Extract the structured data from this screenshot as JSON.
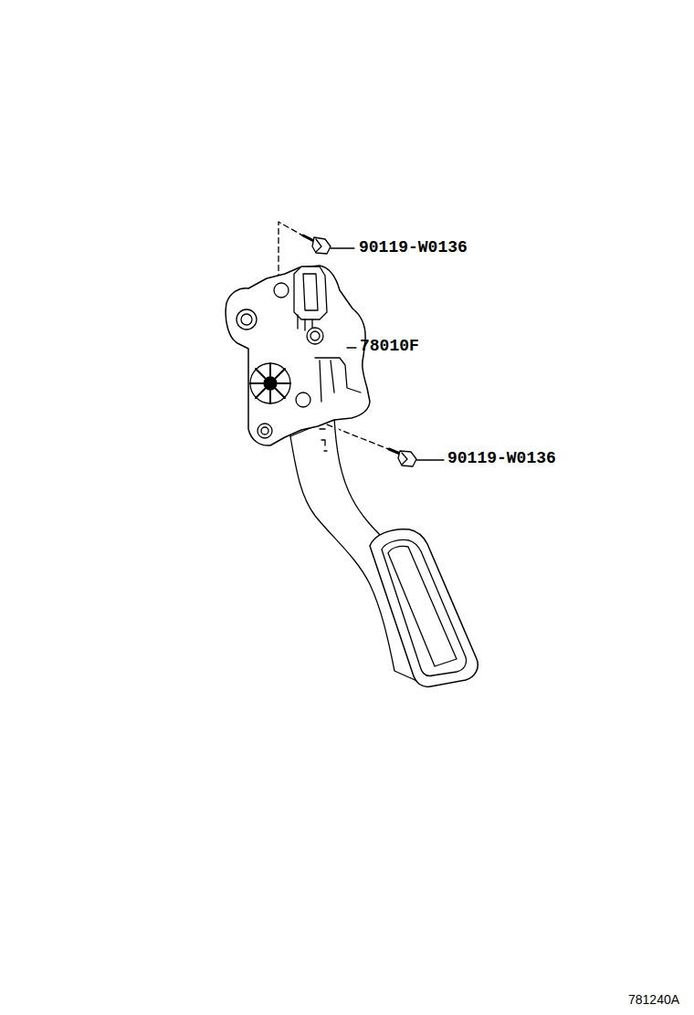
{
  "diagram": {
    "labels": [
      "90119-W0136",
      "78010F",
      "90119-W0136",
      "781240A"
    ]
  }
}
